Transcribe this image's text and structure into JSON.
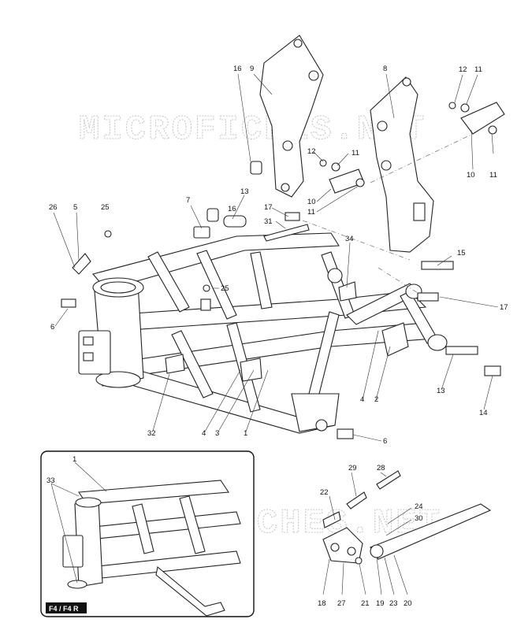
{
  "watermark": "MICROFICHES.NET",
  "inset": {
    "label": "F4 / F4 R"
  },
  "callouts": {
    "c16a": "16",
    "c9": "9",
    "c8": "8",
    "c12a": "12",
    "c11a": "11",
    "c10a": "10",
    "c11b": "11",
    "c12b": "12",
    "c11c": "11",
    "c10b": "10",
    "c11d": "11",
    "c13a": "13",
    "c7": "7",
    "c16b": "16",
    "c17a": "17",
    "c31": "31",
    "c26": "26",
    "c5": "5",
    "c25a": "25",
    "c34": "34",
    "c15": "15",
    "c25b": "25",
    "c17b": "17",
    "c6a": "6",
    "c4a": "4",
    "c2": "2",
    "c13b": "13",
    "c14": "14",
    "c32": "32",
    "c4b": "4",
    "c3": "3",
    "c1a": "1",
    "c6b": "6",
    "c1b": "1",
    "c33": "33",
    "c29": "29",
    "c28": "28",
    "c22": "22",
    "c24": "24",
    "c30": "30",
    "c18": "18",
    "c27": "27",
    "c21": "21",
    "c19": "19",
    "c23": "23",
    "c20": "20"
  }
}
